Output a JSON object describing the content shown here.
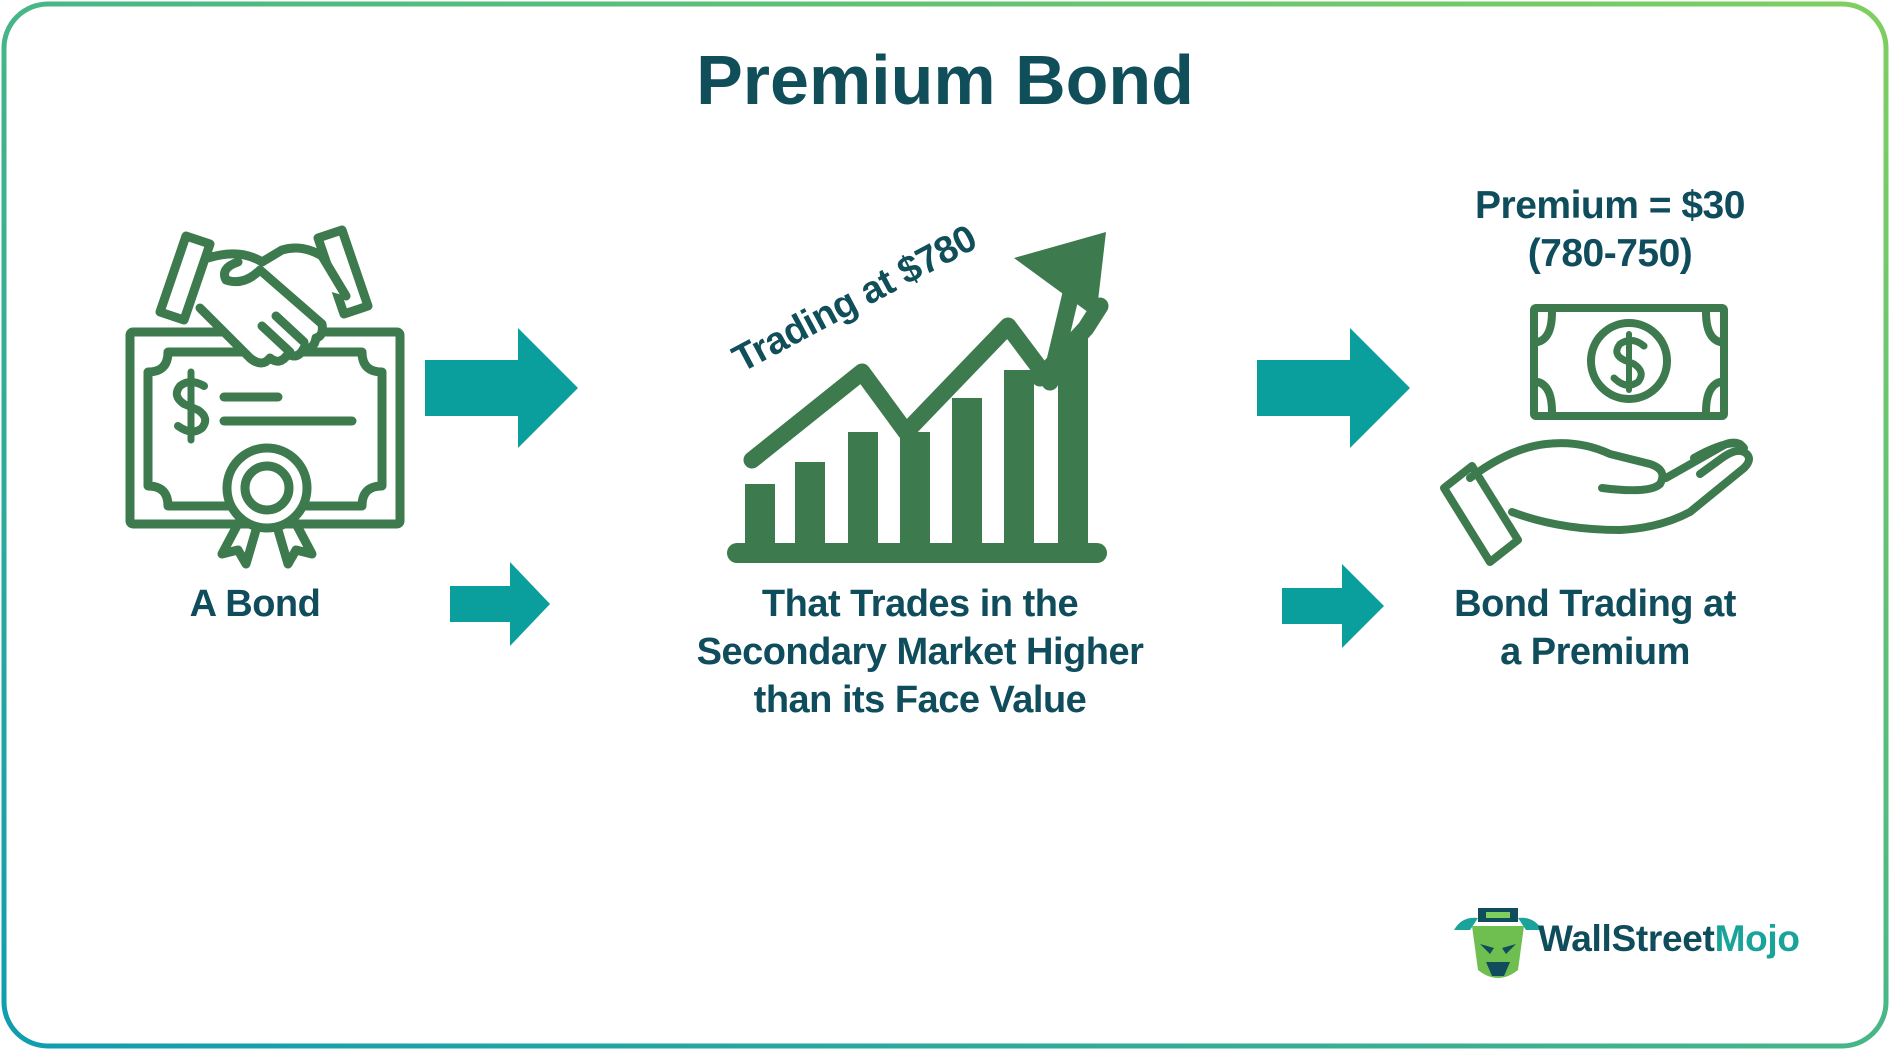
{
  "title": "Premium Bond",
  "steps": [
    {
      "caption": "A Bond",
      "icon": "bond-certificate-handshake-icon"
    },
    {
      "caption_lines": [
        "That Trades in the",
        "Secondary Market Higher",
        "than its Face Value"
      ],
      "annotation": "Trading at $780",
      "icon": "rising-bar-chart-icon"
    },
    {
      "caption_lines": [
        "Bond Trading at",
        "a Premium"
      ],
      "formula_lines": [
        "Premium = $30",
        "(780-750)"
      ],
      "icon": "money-on-hand-icon"
    }
  ],
  "logo": {
    "part1": "WallStreet",
    "part2": "Mojo"
  },
  "colors": {
    "icon_green": "#3d7a4d",
    "arrow_teal": "#0a9e9c",
    "text_navy": "#0f4c5c",
    "border_gradient": [
      "#0f9db0",
      "#7fcf5f"
    ]
  }
}
